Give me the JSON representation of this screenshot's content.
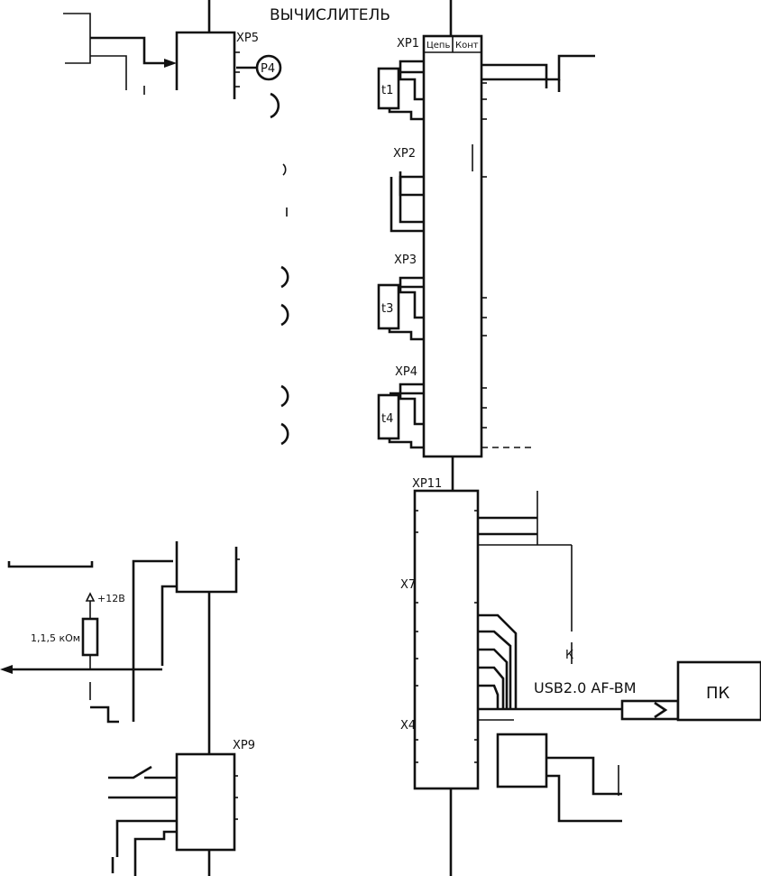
{
  "title": "ВЫЧИСЛИТЕЛЬ",
  "connectors": {
    "xp1": "XP1",
    "xp2": "XP2",
    "xp3": "XP3",
    "xp4": "XP4",
    "xp5": "XP5",
    "xp9": "XP9",
    "xp11": "XP11",
    "x7": "X7",
    "x4": "X4"
  },
  "column_headers": {
    "circuit": "Цепь",
    "contact": "Конт"
  },
  "sensors": {
    "p4": "P4",
    "t1": "t1",
    "t3": "t3",
    "t4": "t4"
  },
  "power": {
    "supply": "+12В",
    "resistor": "1,1,5 кОм"
  },
  "usb_label": "USB2.0 AF-BM",
  "usb_prefix": "К",
  "pc_label": "ПК",
  "colors": {
    "line": "#111111",
    "background": "#ffffff"
  }
}
